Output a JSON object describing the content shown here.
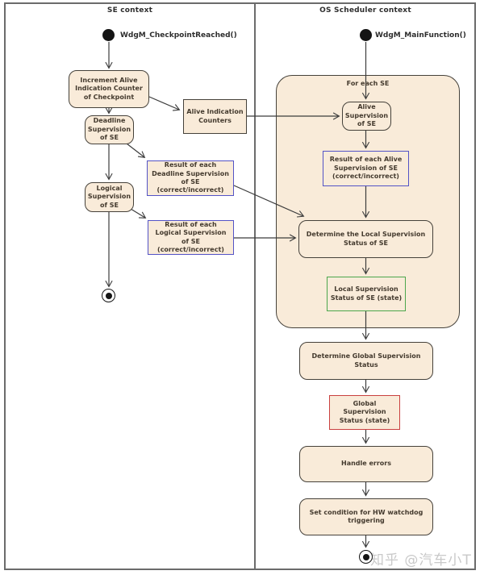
{
  "lanes": {
    "left": {
      "title": "SE context"
    },
    "right": {
      "title": "OS Scheduler context"
    }
  },
  "entries": {
    "checkpoint": "WdgM_CheckpointReached()",
    "main": "WdgM_MainFunction()"
  },
  "nodes": {
    "increment_alive": "Increment Alive Indication Counter of Checkpoint",
    "deadline_supervision": "Deadline Supervision of SE",
    "logical_supervision": "Logical Supervision of SE",
    "alive_counters": "Alive Indication Counters",
    "deadline_result": "Result of each Deadline Supervision of SE (correct/incorrect)",
    "logical_result": "Result of each Logical Supervision of SE (correct/incorrect)",
    "for_each_se": "For each SE",
    "alive_supervision": "Alive Supervision of SE",
    "alive_result": "Result of each Alive Supervision of SE (correct/incorrect)",
    "determine_local": "Determine the Local Supervision Status of SE",
    "local_status": "Local Supervision Status of SE (state)",
    "determine_global": "Determine Global Supervision Status",
    "global_status": "Global Supervision Status (state)",
    "handle_errors": "Handle errors",
    "set_condition": "Set condition for HW watchdog triggering"
  },
  "watermark": "知乎 @汽车小T",
  "colors": {
    "node_fill": "#f9ebd9",
    "node_border": "#45413a",
    "node_text": "#443a2e",
    "accent_blue": "#5353c6",
    "accent_green": "#4ca64c",
    "accent_red": "#c9403f",
    "lane_border": "#6b6b6b",
    "watermark_color": "#c9c9c9"
  }
}
